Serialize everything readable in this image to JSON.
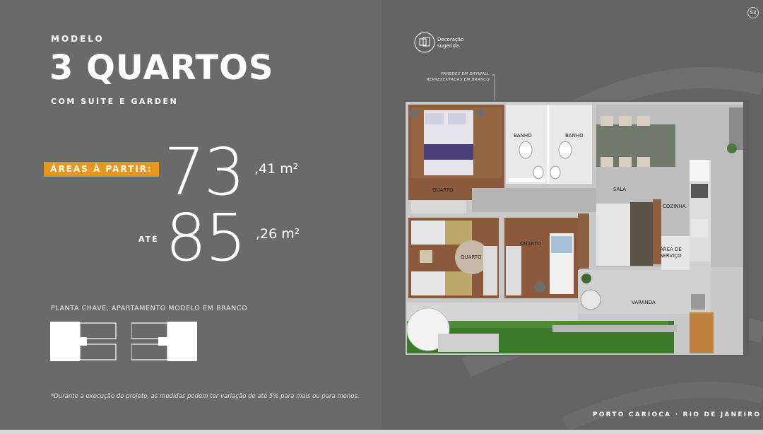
{
  "header": {
    "modelo": "MODELO",
    "title": "3 QUARTOS",
    "subtitle": "COM SUÍTE E GARDEN"
  },
  "areas": {
    "badge": "ÁREAS À PARTIR:",
    "min_int": "73",
    "min_dec": ",41 m²",
    "ate": "ATÉ",
    "max_int": "85",
    "max_dec": ",26 m²"
  },
  "planta_chave": "PLANTA CHAVE, APARTAMENTO MODELO EM BRANCO",
  "footnote": "*Durante a execução do projeto, as medidas podem ter variação de até 5% para mais ou para menos.",
  "page_number": "53",
  "decoracao": [
    "Decoração",
    "sugerida."
  ],
  "drywall_note": [
    "PAREDES EM DRYWALL",
    "REPRESENTADAS EM BRANCO"
  ],
  "location": "PORTO CARIOCA · RIO DE JANEIRO",
  "rooms": {
    "quarto_suite": "QUARTO",
    "banho1": "BANHO",
    "banho2": "BANHO",
    "sala": "SALA",
    "cozinha": "COZINHA",
    "quarto2": "QUARTO",
    "quarto3": "QUARTO",
    "area_servico_1": "ÁREA DE",
    "area_servico_2": "SERVIÇO",
    "varanda": "VARANDA"
  },
  "colors": {
    "accent": "#e8961c",
    "left_bg": "#6a6a6a",
    "right_bg": "#646464"
  }
}
